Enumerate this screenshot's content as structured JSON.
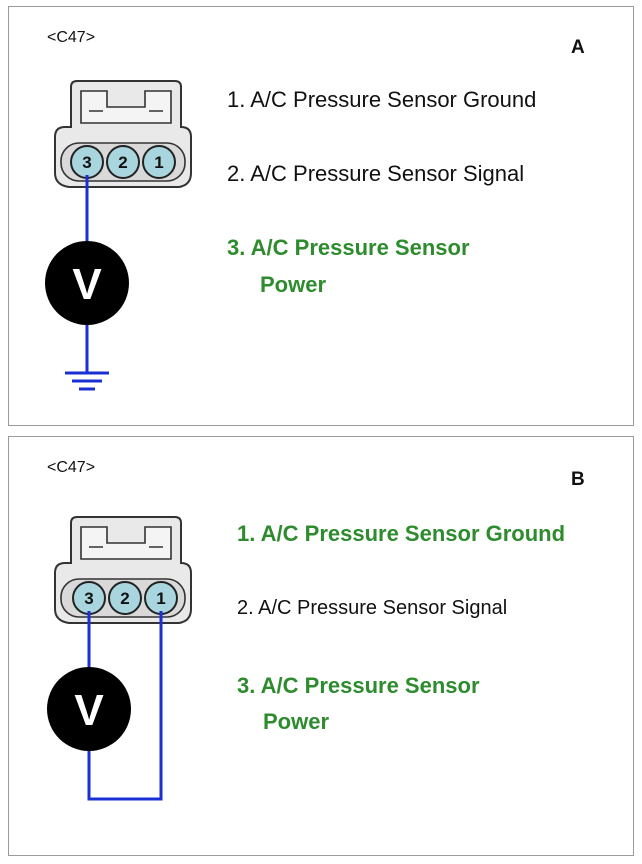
{
  "colors": {
    "highlight": "#2e8b2e",
    "normal": "#111111",
    "wire": "#1a2fd4",
    "pin_fill": "#a9d5df"
  },
  "panel_a": {
    "connector": "<C47>",
    "letter": "A",
    "pins": [
      "3",
      "2",
      "1"
    ],
    "meter_symbol": "V",
    "labels": [
      {
        "text": "1. A/C Pressure Sensor Ground",
        "highlight": false
      },
      {
        "text": "2. A/C Pressure Sensor Signal",
        "highlight": false
      },
      {
        "text": "3. A/C Pressure Sensor",
        "highlight": true
      },
      {
        "text": "Power",
        "highlight": true
      }
    ]
  },
  "panel_b": {
    "connector": "<C47>",
    "letter": "B",
    "pins": [
      "3",
      "2",
      "1"
    ],
    "meter_symbol": "V",
    "labels": [
      {
        "text": "1. A/C Pressure Sensor Ground",
        "highlight": true
      },
      {
        "text": "2. A/C Pressure Sensor Signal",
        "highlight": false
      },
      {
        "text": "3. A/C Pressure Sensor",
        "highlight": true
      },
      {
        "text": "Power",
        "highlight": true
      }
    ]
  }
}
